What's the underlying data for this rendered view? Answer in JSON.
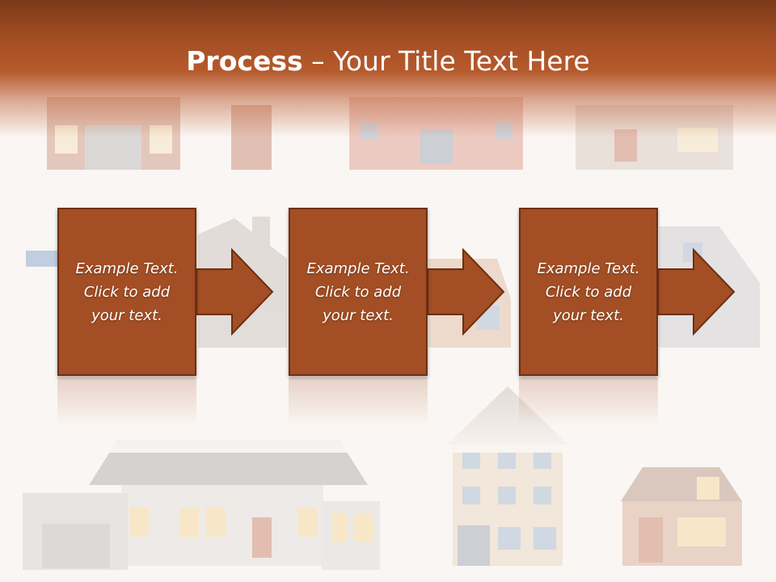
{
  "slide": {
    "title_bold": "Process",
    "title_rest": " – Your Title Text Here"
  },
  "steps": [
    {
      "text": "Example Text.\nClick  to add\nyour text."
    },
    {
      "text": "Example Text.\nClick  to add\nyour text."
    },
    {
      "text": "Example Text.\nClick  to add\nyour text."
    }
  ],
  "colors": {
    "header": "#a34e24",
    "box": "#a34e24",
    "box_border": "#6e2f12",
    "background": "#faf6f3"
  }
}
